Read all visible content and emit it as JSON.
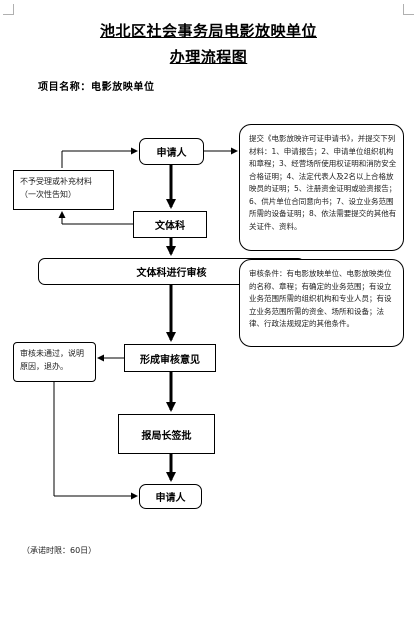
{
  "title": {
    "line1": "池北区社会事务局电影放映单位",
    "line2": "办理流程图"
  },
  "project_name": "项目名称：电影放映单位",
  "flow": {
    "applicant_start": "申请人",
    "documents": "文体科",
    "review": "文体科进行审核",
    "opinion": "形成审核意见",
    "approval": "报局长签批",
    "applicant_end": "申请人"
  },
  "notes": {
    "correction": "不予受理或补充材料（一次性告知）",
    "materials": "提交《电影放映许可证申请书》，并提交下列材料：1、申请报告；2、申请单位组织机构和章程；3、经营场所使用权证明和消防安全合格证明；4、法定代表人及2名以上合格放映员的证明；5、注册资金证明或验资报告；6、供片单位合同意向书；7、设立业务范围所需的设备证明；8、依法需要提交的其他有关证件、资料。",
    "conditions": "审核条件：有电影放映单位、电影放映类位的名称、章程；有确定的业务范围；有设立业务范围所需的组织机构和专业人员；有设立业务范围所需的资金、场所和设备；法律、行政法规规定的其他条件。",
    "rejection": "审核未通过，说明原因，退办。"
  },
  "footer": "（承诺时限：60日）"
}
